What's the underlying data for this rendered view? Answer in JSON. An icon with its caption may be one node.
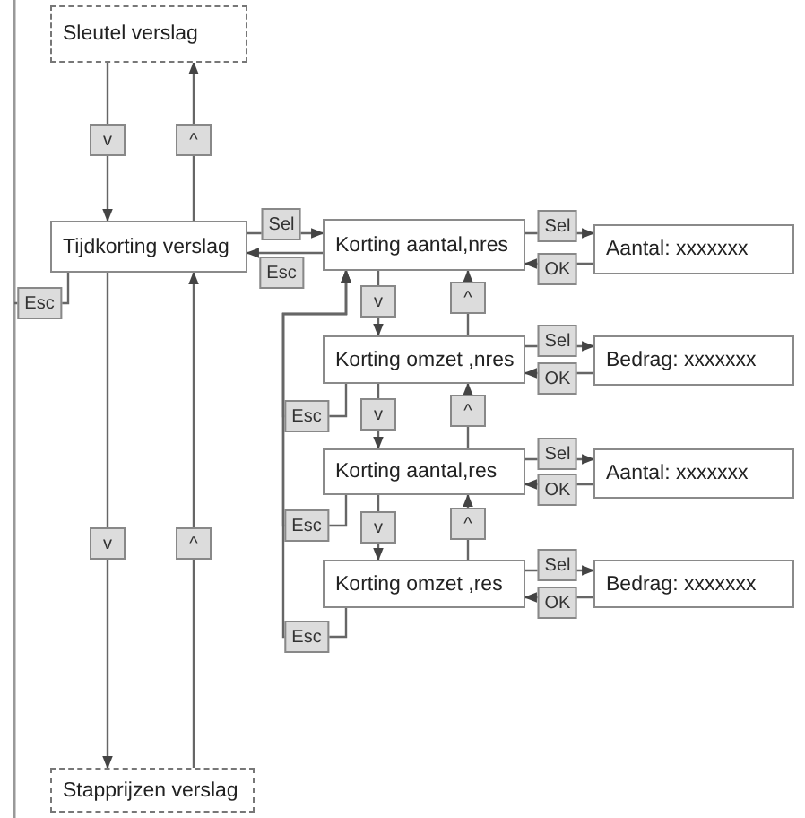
{
  "diagram": {
    "nodes": [
      {
        "text": [
          "Sleutel verslag"
        ]
      },
      {
        "text": [
          "Tijdkorting verslag"
        ]
      },
      {
        "text": [
          "Korting aantal,nres"
        ]
      },
      {
        "text": [
          "Aantal: xxxxxxx"
        ]
      },
      {
        "text": [
          "Korting omzet ,nres"
        ]
      },
      {
        "text": [
          "Bedrag: xxxxxxx"
        ]
      },
      {
        "text": [
          "Korting aantal,res"
        ]
      },
      {
        "text": [
          "Aantal: xxxxxxx"
        ]
      },
      {
        "text": [
          "Korting omzet ,res"
        ]
      },
      {
        "text": [
          "Bedrag: xxxxxxx"
        ]
      },
      {
        "text": [
          "Stapprijzen verslag"
        ]
      }
    ],
    "edges": [
      {
        "from": 0,
        "to": 1,
        "arrow": "to",
        "label": "v"
      },
      {
        "from": 1,
        "to": 0,
        "arrow": "to",
        "label": "^"
      },
      {
        "from": 1,
        "to": 2,
        "arrow": "to",
        "label": "Sel"
      },
      {
        "from": 2,
        "to": 1,
        "arrow": "to",
        "label": "Esc"
      },
      {
        "from": 2,
        "to": 3,
        "arrow": "to",
        "label": "Sel"
      },
      {
        "from": 3,
        "to": 2,
        "arrow": "to",
        "label": "OK"
      },
      {
        "from": 2,
        "to": 4,
        "arrow": "to",
        "label": "v"
      },
      {
        "from": 4,
        "to": 2,
        "arrow": "to",
        "label": "^"
      },
      {
        "from": 4,
        "to": 5,
        "arrow": "to",
        "label": "Sel"
      },
      {
        "from": 5,
        "to": 4,
        "arrow": "to",
        "label": "OK"
      },
      {
        "from": 4,
        "to": 6,
        "arrow": "to",
        "label": "v"
      },
      {
        "from": 6,
        "to": 4,
        "arrow": "to",
        "label": "^"
      },
      {
        "from": 6,
        "to": 7,
        "arrow": "to",
        "label": "Sel"
      },
      {
        "from": 7,
        "to": 6,
        "arrow": "to",
        "label": "OK"
      },
      {
        "from": 6,
        "to": 8,
        "arrow": "to",
        "label": "v"
      },
      {
        "from": 8,
        "to": 6,
        "arrow": "to",
        "label": "^"
      },
      {
        "from": 8,
        "to": 9,
        "arrow": "to",
        "label": "Sel"
      },
      {
        "from": 9,
        "to": 8,
        "arrow": "to",
        "label": "OK"
      },
      {
        "from": 1,
        "to": 10,
        "arrow": "to",
        "label": "v"
      },
      {
        "from": 10,
        "to": 1,
        "arrow": "to",
        "label": "^"
      },
      {
        "from": 4,
        "to": 2,
        "arrow": "to",
        "label": "Esc"
      },
      {
        "from": 6,
        "to": 2,
        "arrow": "to",
        "label": "Esc"
      },
      {
        "from": 8,
        "to": 2,
        "arrow": "to",
        "label": "Esc"
      },
      {
        "from": 1,
        "to": null,
        "arrow": "none",
        "label": "Esc"
      }
    ]
  }
}
